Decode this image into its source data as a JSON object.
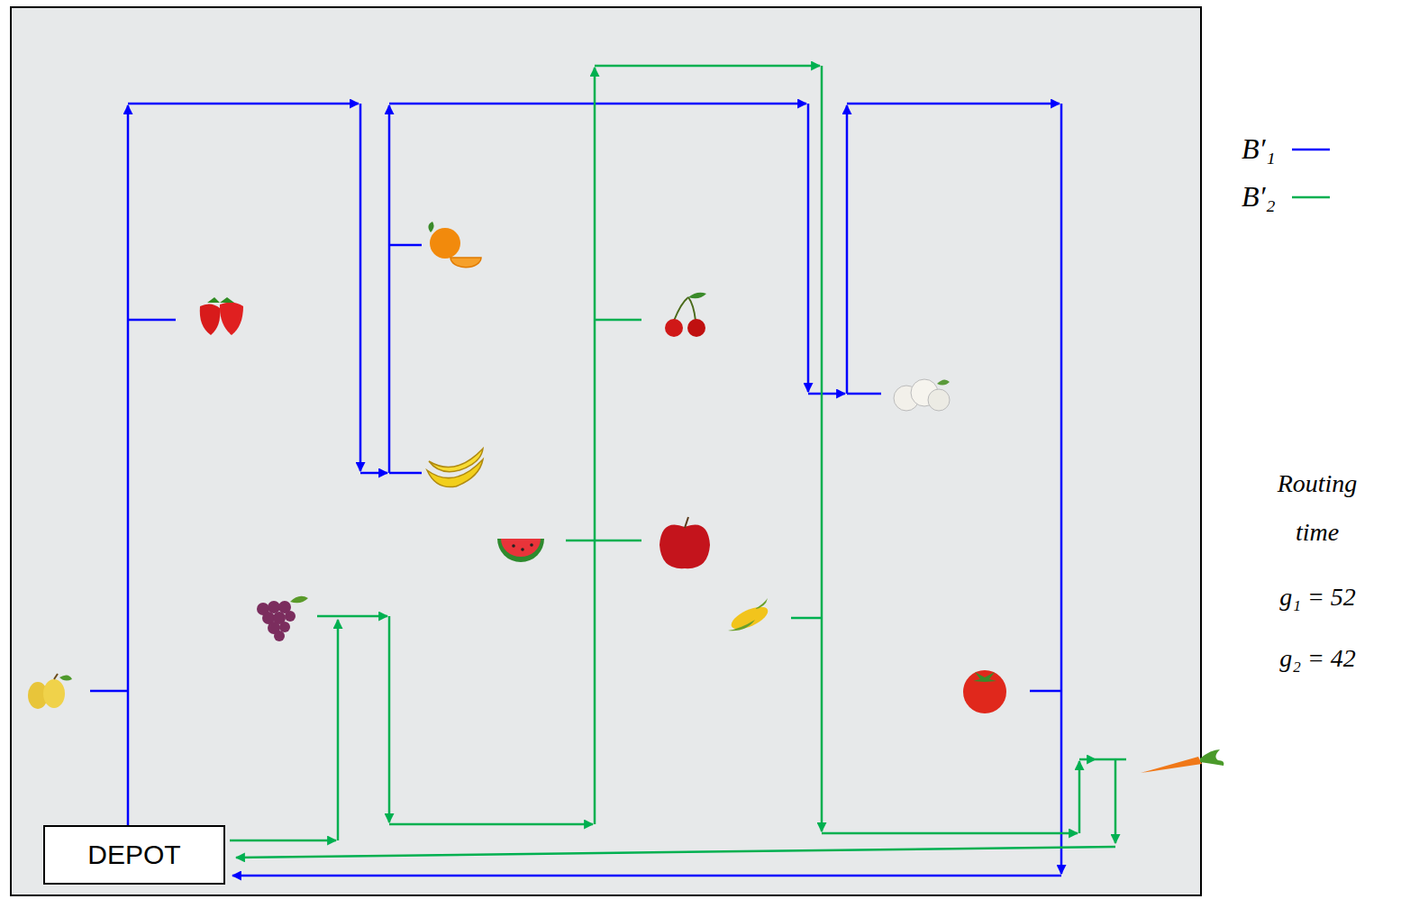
{
  "diagram": {
    "nodes": [
      {
        "text": [
          "DEPOT"
        ]
      }
    ],
    "labels": [
      "Routing time",
      "g₁ = 52",
      "g₂ = 42"
    ],
    "legend": [
      {
        "text": "B′₁"
      },
      {
        "text": "B′₂"
      }
    ]
  }
}
